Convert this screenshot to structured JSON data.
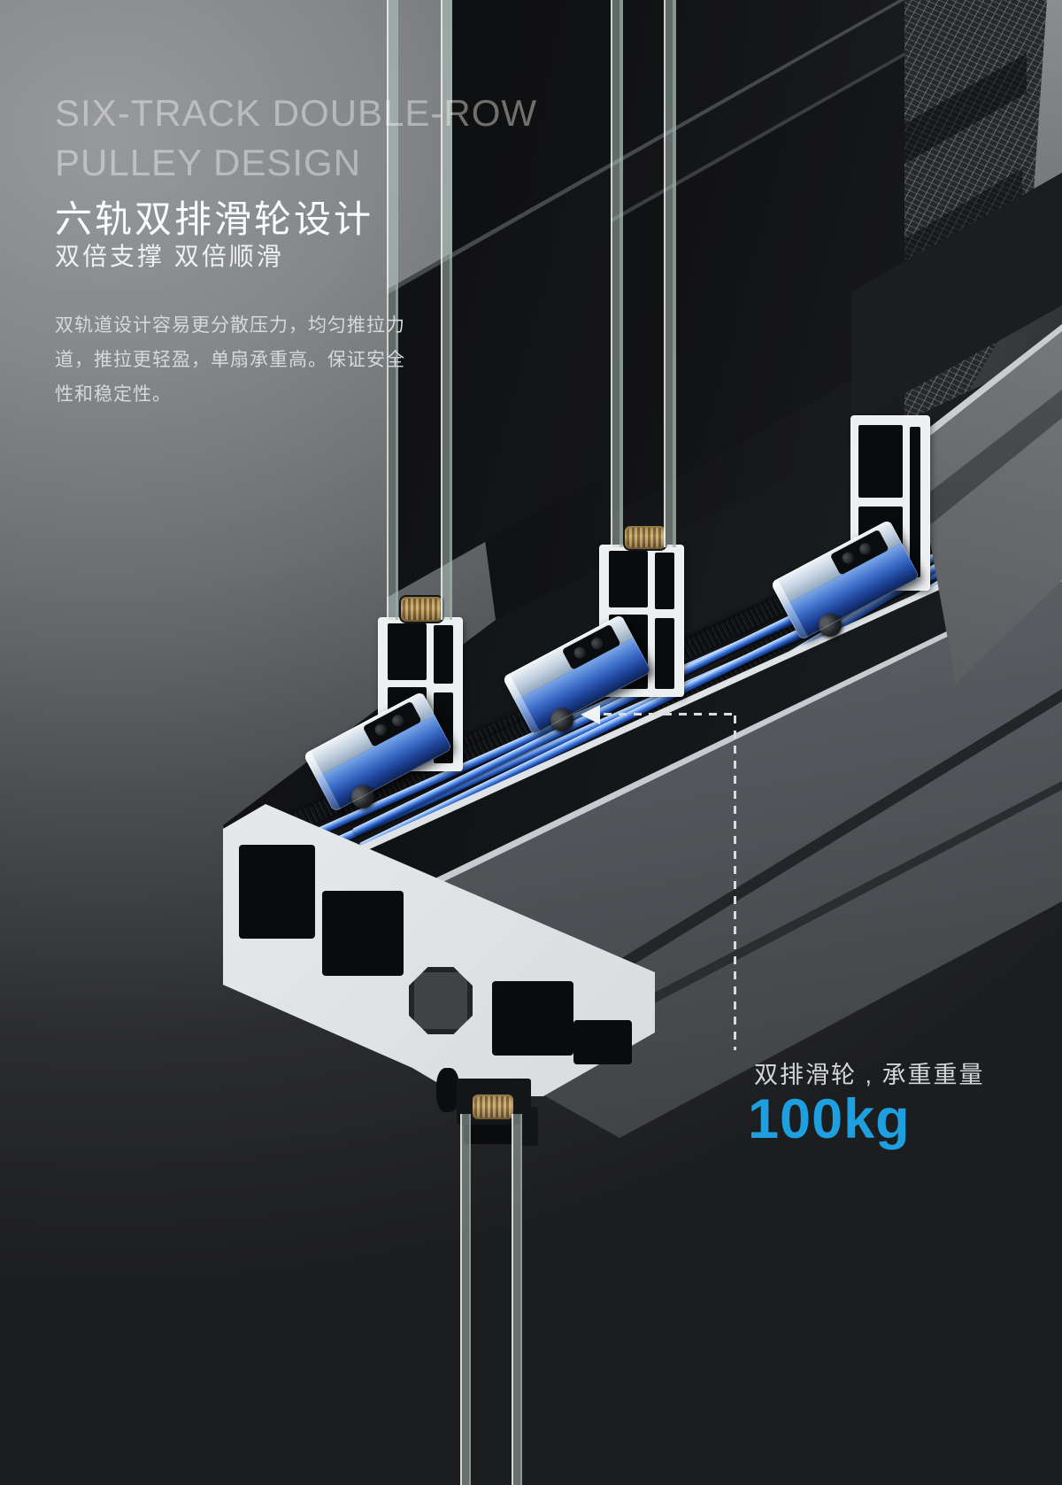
{
  "poster": {
    "title_en_line1": "SIX-TRACK DOUBLE-ROW",
    "title_en_line2": "PULLEY DESIGN",
    "title_cn": "六轨双排滑轮设计",
    "subtitle_cn": "双倍支撑 双倍顺滑",
    "body_line1": "双轨道设计容易更分散压力，均匀推拉力",
    "body_line2": "道，推拉更轻盈，单扇承重高。保证安全",
    "body_line3": "性和稳定性。"
  },
  "annotation": {
    "label": "双排滑轮 , 承重重量",
    "value": "100kg"
  },
  "colors": {
    "accent_blue": "#1D9FE0",
    "rail_blue": "#3B6CC7",
    "spacer_gold": "#C6A265",
    "background_light": "#97999C",
    "background_dark": "#1C1D1F"
  }
}
